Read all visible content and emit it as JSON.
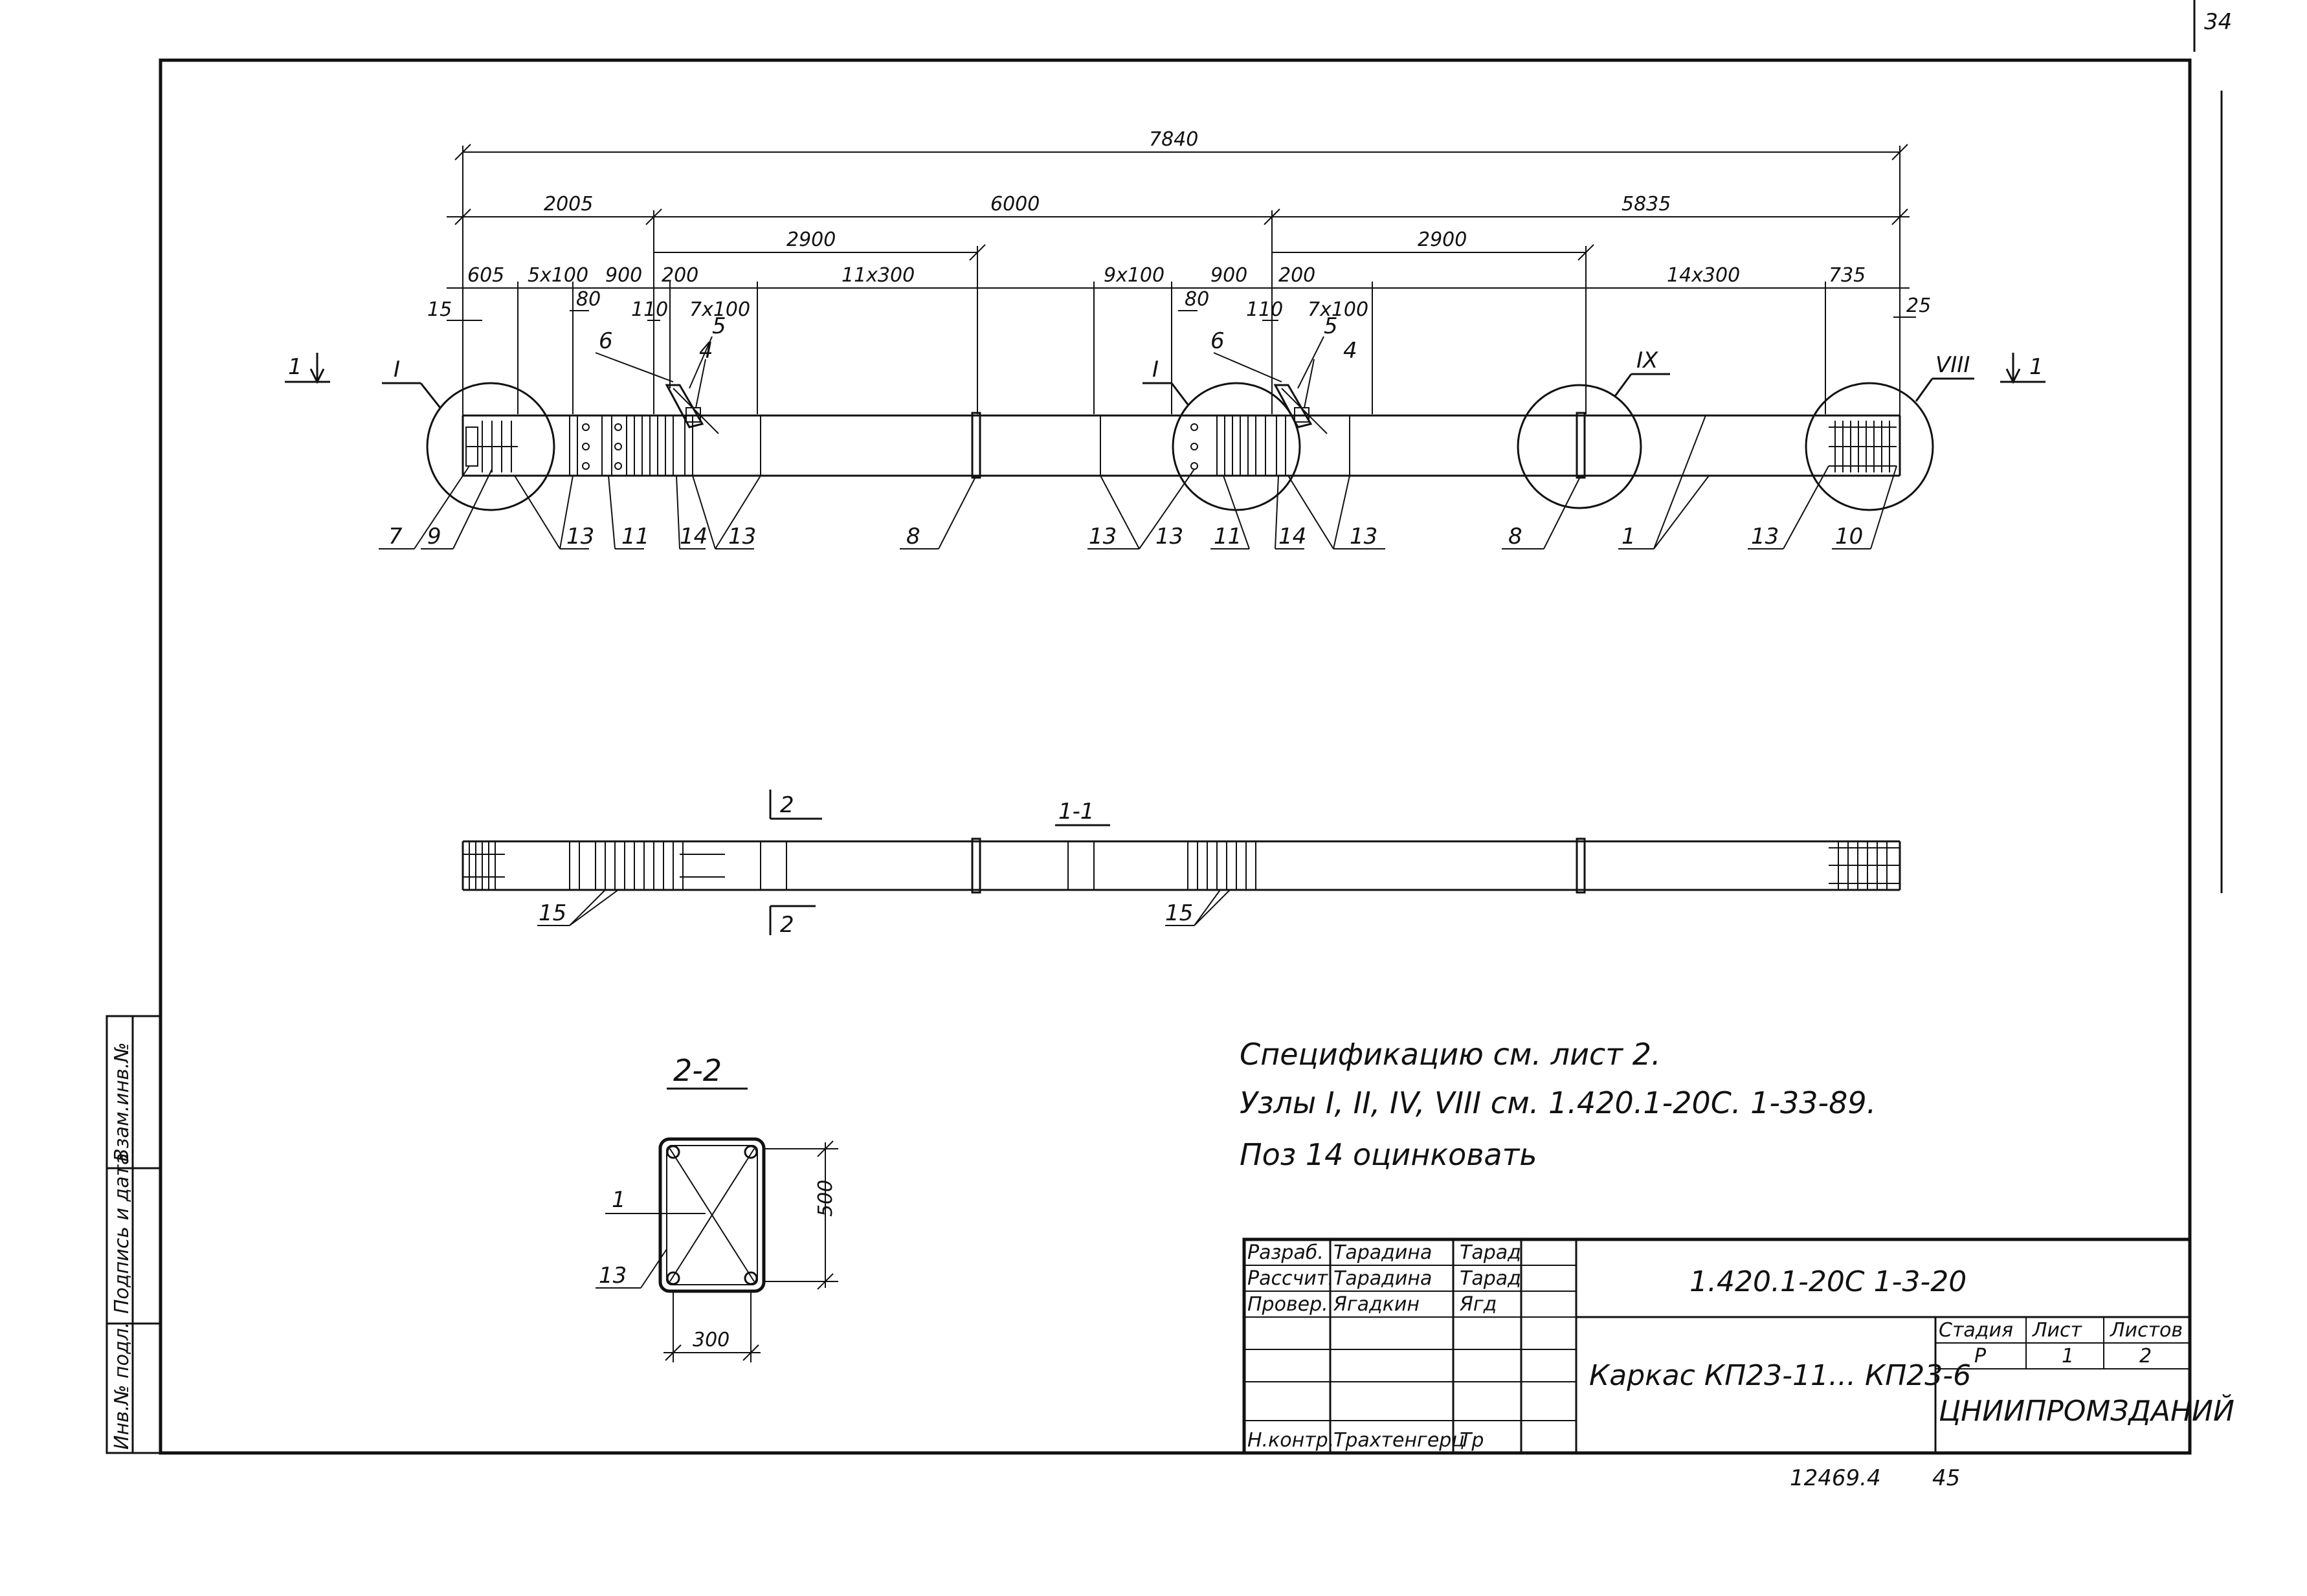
{
  "page_number": "34",
  "plan": {
    "dims": {
      "overall": "7840",
      "seg_a": "2005",
      "seg_b": "6000",
      "seg_c": "5835",
      "d2900_1": "2900",
      "d2900_2": "2900",
      "d605": "605",
      "d5x100": "5x100",
      "d900_1": "900",
      "d200_1": "200",
      "d11x300": "11x300",
      "d9x100": "9x100",
      "d900_2": "900",
      "d200_2": "200",
      "d14x300": "14x300",
      "d735": "735",
      "d15": "15",
      "d80_1": "80",
      "d110_1": "110",
      "d7x100_1": "7x100",
      "d80_2": "80",
      "d110_2": "110",
      "d7x100_2": "7x100",
      "d25": "25"
    },
    "section_marks": {
      "left": "1",
      "right": "1"
    },
    "nodes": {
      "n1": "I",
      "n2": "I",
      "n3": "IX",
      "n4": "VIII"
    },
    "positions": {
      "p6a": "6",
      "p5a": "5",
      "p4a": "4",
      "p6b": "6",
      "p5b": "5",
      "p4b": "4",
      "p7": "7",
      "p9": "9",
      "p13a": "13",
      "p11a": "11",
      "p14a": "14",
      "p13b": "13",
      "p8a": "8",
      "p13c": "13",
      "p13d": "13",
      "p11b": "11",
      "p14b": "14",
      "p13e": "13",
      "p8b": "8",
      "p1": "1",
      "p13f": "13",
      "p10": "10"
    }
  },
  "section11": {
    "title": "1-1",
    "cut_top": "2",
    "cut_bottom": "2",
    "pos_a": "15",
    "pos_b": "15"
  },
  "section22": {
    "title": "2-2",
    "dim_h": "500",
    "dim_w": "300",
    "pos_1": "1",
    "pos_13": "13"
  },
  "notes": [
    "Спецификацию  см.   лист 2.",
    "Узлы I, II, IV, VIII  см.   1.420.1-20С. 1-33-89.",
    "Поз 14 оцинковать"
  ],
  "side_stamp": [
    "Инв.№ подл.",
    "Подпись и дата",
    "Взам.инв.№"
  ],
  "title_block": {
    "rows": [
      {
        "role": "Разраб.",
        "name": "Тарадина",
        "sign": "Тарад"
      },
      {
        "role": "Рассчит.",
        "name": "Тарадина",
        "sign": "Тарад"
      },
      {
        "role": "Провер.",
        "name": "Ягадкин",
        "sign": "Ягд"
      },
      {
        "role": "",
        "name": "",
        "sign": ""
      },
      {
        "role": "",
        "name": "",
        "sign": ""
      },
      {
        "role": "Н.контр.",
        "name": "Трахтенгерц",
        "sign": "Тр"
      }
    ],
    "code": "1.420.1-20С  1-3-20",
    "title": "Каркас  КП23-11... КП23-6",
    "stage_label": "Стадия",
    "sheet_label": "Лист",
    "sheets_label": "Листов",
    "stage": "Р",
    "sheet": "1",
    "sheets": "2",
    "org": "ЦНИИПРОМЗДАНИЙ"
  },
  "footer": {
    "archive": "12469.4",
    "page": "45"
  }
}
